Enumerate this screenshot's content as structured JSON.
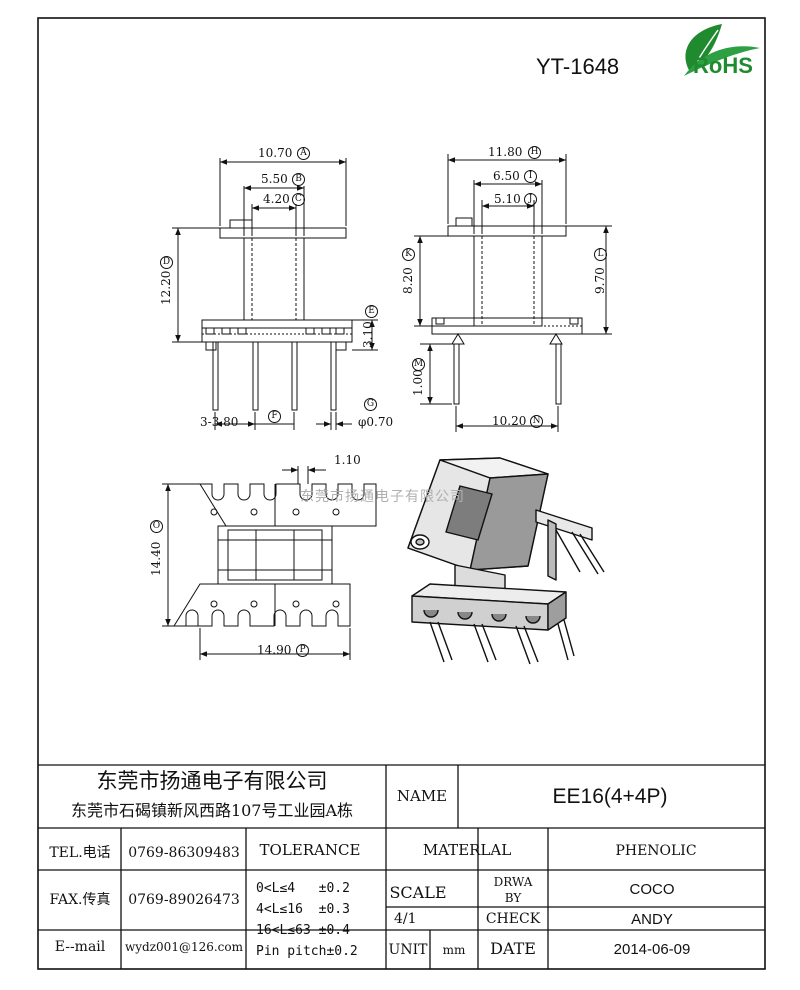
{
  "header": {
    "part_number": "YT-1648",
    "cert_logo_text": "RoHS"
  },
  "dimensions": {
    "A": "10.70",
    "B": "5.50",
    "C": "4.20",
    "D": "12.20",
    "E": "3.10",
    "pin_spacing": "3-3.80",
    "G": "φ0.70",
    "H": "11.80",
    "I": "6.50",
    "J": "5.10",
    "K": "8.20",
    "L": "9.70",
    "M": "1.00",
    "N": "10.20",
    "slot": "1.10",
    "O": "14.40",
    "P": "14.90"
  },
  "dimension_tags": [
    "A",
    "B",
    "C",
    "D",
    "E",
    "F",
    "G",
    "H",
    "I",
    "J",
    "K",
    "L",
    "M",
    "N",
    "O",
    "P"
  ],
  "watermark": "东莞市扬通电子有限公司",
  "title_block": {
    "company_name": "东莞市扬通电子有限公司",
    "company_address": "东莞市石碣镇新风西路107号工业园A栋",
    "name_label": "NAME",
    "name_value": "EE16(4+4P)",
    "tel_label": "TEL.电话",
    "tel_value": "0769-86309483",
    "fax_label": "FAX.传真",
    "fax_value": "0769-89026473",
    "email_label": "E--mail",
    "email_value": "wydz001@126.com",
    "tolerance_label": "TOLERANCE",
    "tolerance_lines": [
      "0<L≤4   ±0.2",
      "4<L≤16  ±0.3",
      "16<L≤63 ±0.4",
      "Pin pitch±0.2"
    ],
    "material_label": "MATERLAL",
    "material_value": "PHENOLIC",
    "scale_label": "SCALE",
    "scale_value": "4/1",
    "drawn_by_label": [
      "DRWA",
      "BY"
    ],
    "drawn_by_value": "COCO",
    "check_label": "CHECK",
    "check_value": "ANDY",
    "unit_label": "UNIT",
    "unit_value": "mm",
    "date_label": "DATE",
    "date_value": "2014-06-09"
  },
  "colors": {
    "line": "#111111",
    "rohs_green": "#1f8a2e"
  }
}
